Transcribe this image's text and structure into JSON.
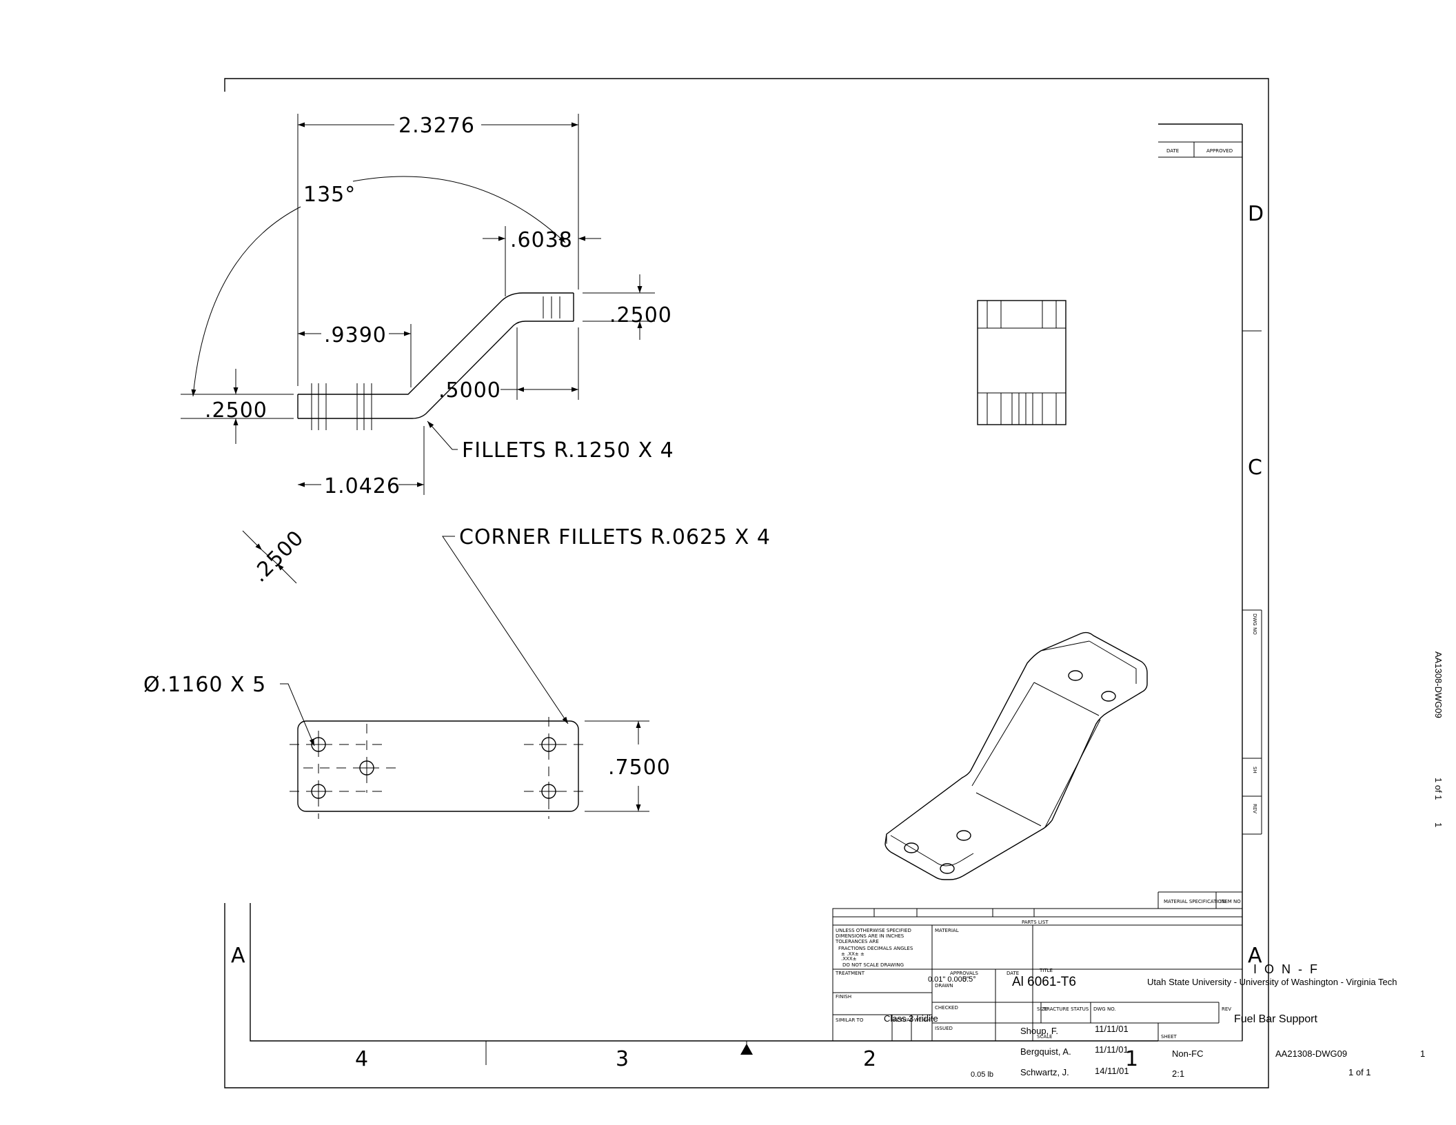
{
  "dimensions": {
    "overall_width": "2.3276",
    "angle": "135°",
    "offset_top": ".6038",
    "thickness_right": ".2500",
    "flat_left": ".9390",
    "flat_right": ".5000",
    "thickness_left": ".2500",
    "span": "1.0426",
    "thickness_diag": ".2500",
    "part_width": ".7500"
  },
  "notes": {
    "fillets": "FILLETS R.1250 X 4",
    "corner_fillets": "CORNER FILLETS R.0625 X 4",
    "holes": "Ø.1160 X 5"
  },
  "zones": {
    "cols": [
      "4",
      "3",
      "2",
      "1"
    ],
    "rows_right": [
      "D",
      "C"
    ],
    "row_a_left": "A",
    "row_a_right": "A"
  },
  "revision_block": {
    "date": "DATE",
    "approved": "APPROVED"
  },
  "side_strip": {
    "dwg_no_label": "DWG NO",
    "sh_label": "SH",
    "rev_label": "REV",
    "dwg_no": "AA1308-DWG09",
    "sheet": "1 of 1",
    "rev": "1"
  },
  "title_block": {
    "parts_list": "PARTS LIST",
    "material_spec": "MATERIAL SPECIFICATION",
    "item_no": "ITEM NO",
    "tolerance_note": [
      "UNLESS OTHERWISE SPECIFIED",
      "DIMENSIONS ARE IN INCHES",
      "TOLERANCES ARE",
      "FRACTIONS  DECIMALS  ANGLES",
      "±           .XX±        ±",
      "             .XXX±",
      "DO NOT SCALE DRAWING"
    ],
    "material_label": "MATERIAL",
    "treatment_label": "TREATMENT",
    "finish_label": "FINISH",
    "similar_to_label": "SIMILAR TO",
    "actual_weight_label": "ACTUAL WEIGHT",
    "approvals_label": "APPROVALS",
    "drawn_label": "DRAWN",
    "checked_label": "CHECKED",
    "issued_label": "ISSUED",
    "date_label": "DATE",
    "title_label": "TITLE",
    "size_label": "SIZE",
    "fracture_label": "FRACTURE STATUS",
    "dwg_no_label": "DWG NO.",
    "rev_label": "REV",
    "scale_label": "SCALE",
    "sheet_label": "SHEET",
    "tol_values": "0.01\"\n0.005\"",
    "angle_value": "0.5°",
    "material": "Al 6061-T6",
    "organization": "Utah State University - University of Washington - Virginia Tech",
    "ion": "I O N - F",
    "title": "Fuel Bar Support",
    "finish": "Class 3 Iridite",
    "drawn_by": "Shoup, F.",
    "drawn_date": "11/11/01",
    "checked_by": "Bergquist, A.",
    "checked_date": "11/11/01",
    "issued_by": "Schwartz, J.",
    "issued_date": "14/11/01",
    "weight": "0.05 lb",
    "fracture_status": "Non-FC",
    "scale": "2:1",
    "dwg_no": "AA21308-DWG09",
    "rev": "1",
    "sheet": "1 of 1"
  }
}
